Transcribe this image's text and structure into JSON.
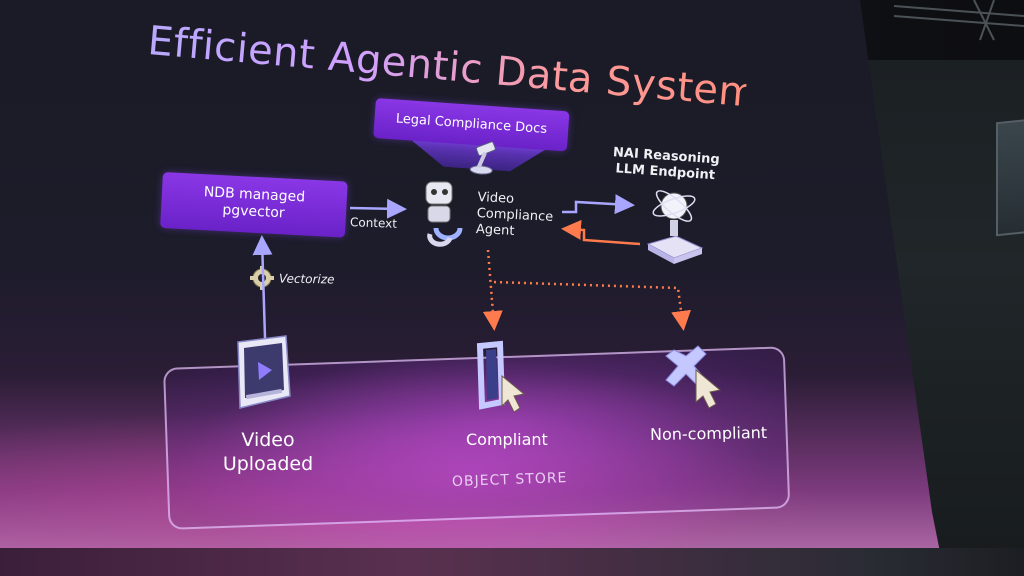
{
  "slide": {
    "title": "Efficient Agentic Data Systems"
  },
  "nodes": {
    "legal_docs": "Legal Compliance Docs",
    "ndb_line1": "NDB managed",
    "ndb_line2": "pgvector",
    "agent_line1": "Video",
    "agent_line2": "Compliance",
    "agent_line3": "Agent",
    "llm_line1": "NAI Reasoning",
    "llm_line2": "LLM Endpoint",
    "video_line1": "Video",
    "video_line2": "Uploaded",
    "compliant": "Compliant",
    "non_compliant": "Non-compliant",
    "object_store": "OBJECT STORE"
  },
  "edges": {
    "context": "Context",
    "vectorize": "Vectorize"
  },
  "icons": {
    "legal": "gavel-icon",
    "agent": "robot-icon",
    "llm": "lightbulb-icon",
    "vectorize": "gear-icon",
    "video": "play-video-icon",
    "compliant": "check-cursor-icon",
    "non_compliant": "x-cursor-icon"
  },
  "colors": {
    "accent_purple": "#7a2fe0",
    "arrow_blue": "#a9a6ff",
    "arrow_orange": "#ff7a4d",
    "title_gradient_start": "#b9a9ff",
    "title_gradient_end": "#ff8f7f"
  }
}
